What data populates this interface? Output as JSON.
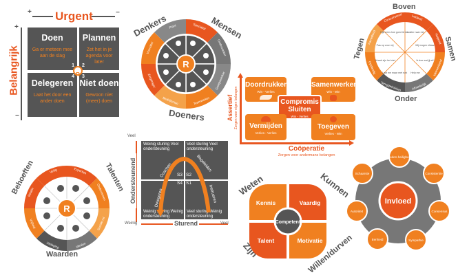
{
  "colors": {
    "orange": "#f08020",
    "red": "#e8561f",
    "dark": "#555555",
    "mid": "#777777",
    "light": "#f4a24a"
  },
  "matrix": {
    "top_label": "Urgent",
    "side_label": "Belangrijk",
    "plus_top": "+",
    "minus_top": "−",
    "plus_side": "+",
    "minus_side": "−",
    "center": "R",
    "cells": [
      {
        "title": "Doen",
        "sub": "Ga er meteen mee aan de slag",
        "num": "1"
      },
      {
        "title": "Plannen",
        "sub": "Zet het in je agenda voor later",
        "num": "2"
      },
      {
        "title": "Delegeren",
        "sub": "Laat het door een ander doen",
        "num": "4"
      },
      {
        "title": "Niet doen",
        "sub": "Gewoon niet (meer) doen",
        "num": "3"
      }
    ]
  },
  "wheel1": {
    "denkers": "Denkers",
    "mensen": "Mensen",
    "doeners": "Doeners",
    "center": "R",
    "segments": [
      "Specialist",
      "Onderzoeker",
      "Groepswerker",
      "Teamwerker",
      "Bedrijfsman",
      "Zorgdrager",
      "Voorzitter",
      "Plant"
    ]
  },
  "wheel2": {
    "boven": "Boven",
    "samen": "Samen",
    "onder": "Onder",
    "tegen": "Tegen",
    "outer": [
      "Leidend",
      "Helpend",
      "Meewerkend",
      "Afhankelijk",
      "Teruggetrokken",
      "Opstandig",
      "Aanvallend",
      "Concurrerend"
    ],
    "inner": [
      "Luister naar mij",
      "Wij mogen elkaar",
      "Ik doe wat jij wil",
      "Help me",
      "Laat me maar met rust",
      "Wraak zijn het niet",
      "Pas op voor mij",
      "Kijk eens hoe goed ik ben"
    ]
  },
  "conflict": {
    "boxes": [
      {
        "title": "Doordrukken",
        "sub": "Win - Verlies"
      },
      {
        "title": "Samenwerken",
        "sub": "Win - Win"
      },
      {
        "title": "Compromis Sluiten",
        "sub": "Win - Verlies"
      },
      {
        "title": "Vermijden",
        "sub": "Verlies - Verlies"
      },
      {
        "title": "Toegeven",
        "sub": "Verlies - Win"
      }
    ],
    "y_label": "Assertief",
    "y_sub": "Zorgen voor eigen belangen",
    "x_label": "Coöperatie",
    "x_sub": "Zorgen voor andermans belangen"
  },
  "situational": {
    "y_label": "Ondersteunend",
    "x_label": "Sturend",
    "weinig_y": "Weinig",
    "veel_y": "Veel",
    "weinig_x": "Weinig",
    "veel_x": "Veel",
    "q_tl": "Weinig sturing Veel ondersteuning",
    "q_tr": "Veel sturing Veel ondersteuning",
    "q_bl": "Weinig sturing Weinig ondersteuning",
    "q_br": "Veel sturing Weinig ondersteuning",
    "styles": [
      "Coachen",
      "Begeleiden",
      "Delegeren",
      "Instrueren"
    ],
    "codes": [
      "S3",
      "S2",
      "S4",
      "S1"
    ]
  },
  "wheel3": {
    "behoeften": "Behoeften",
    "talenten": "Talenten",
    "waarden": "Waarden",
    "center": "R",
    "segments": [
      "Veilig",
      "Expertise",
      "Ondernemen",
      "Sociale rol",
      "Idealen",
      "Uitdaging",
      "Vrijheid",
      "Relatie"
    ]
  },
  "competent": {
    "weten": "Weten",
    "kunnen": "Kunnen",
    "zijn": "Zijn",
    "willen": "Willen/durven",
    "center": "Competent",
    "quadrants": [
      "Kennis",
      "Vaardig",
      "Talent",
      "Motivatie"
    ]
  },
  "invloed": {
    "center": "Invloed",
    "nodes": [
      "Reden-heiligheid",
      "Consistentie",
      "Consensus",
      "Sympathie",
      "Eenheid",
      "Autoriteit",
      "Schaarste"
    ]
  }
}
